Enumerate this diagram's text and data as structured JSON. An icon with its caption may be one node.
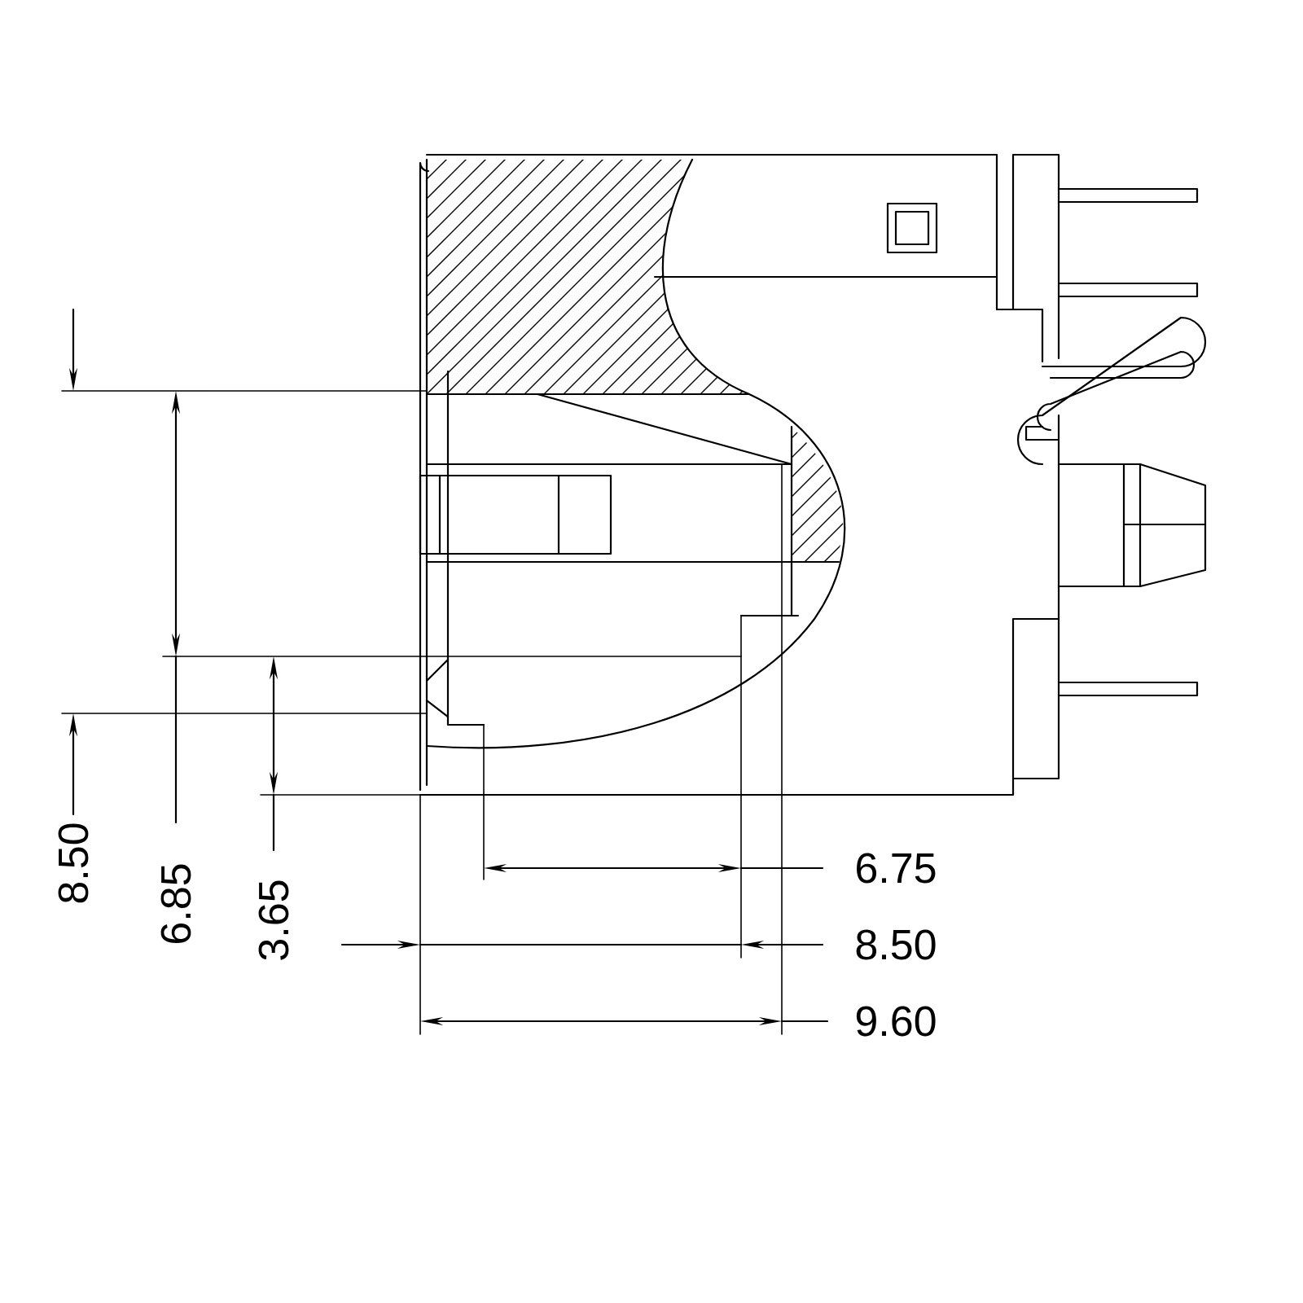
{
  "diagram": {
    "labels": [
      "8.50",
      "6.85",
      "3.65",
      "6.75",
      "8.50",
      "9.60"
    ]
  }
}
